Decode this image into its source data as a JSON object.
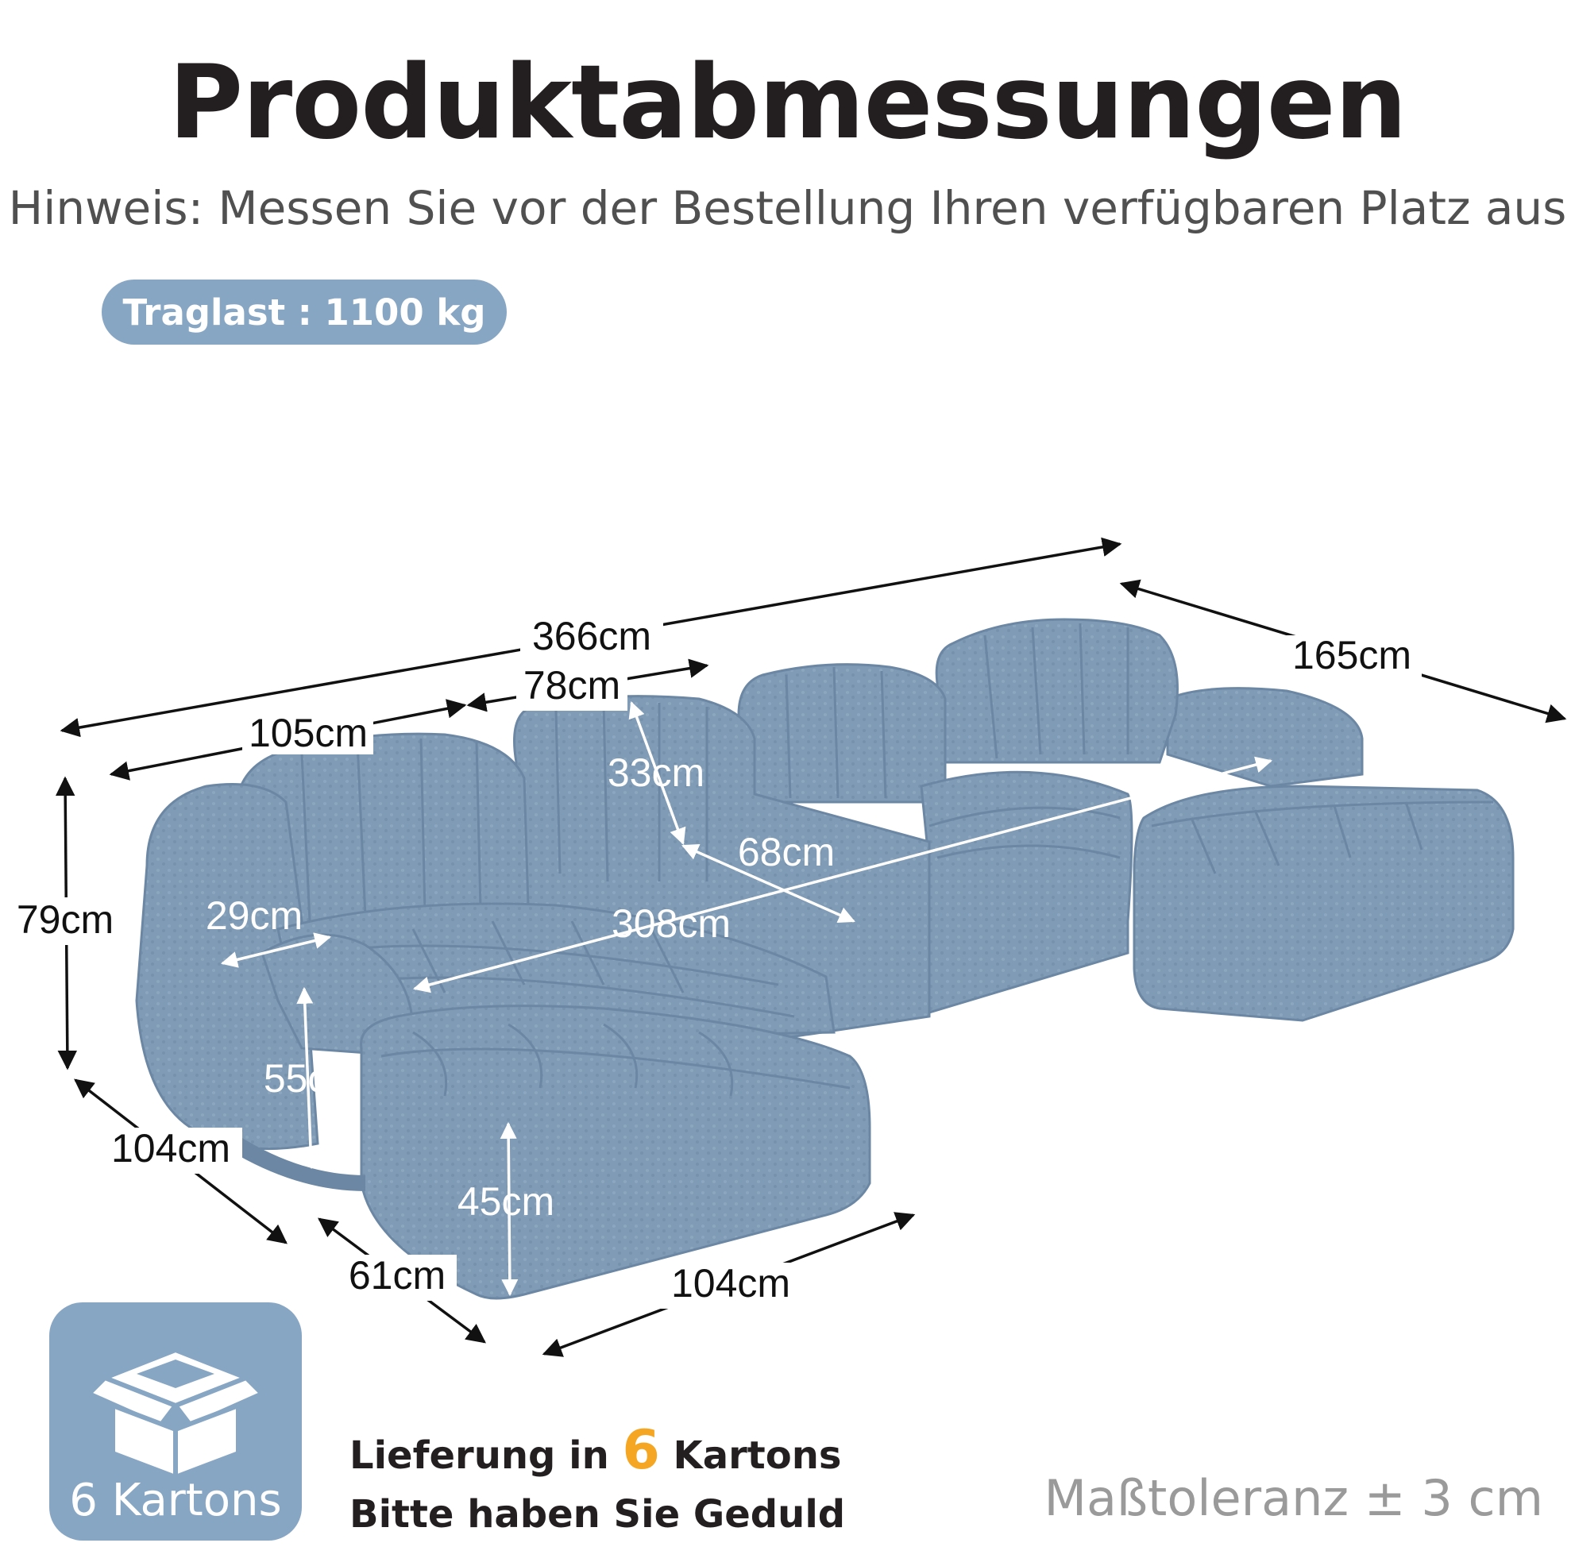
{
  "title": "Produktabmessungen",
  "subtitle": "Hinweis: Messen Sie vor der Bestellung Ihren verfügbaren Platz aus",
  "badge": "Traglast : 1100 kg",
  "dimensions": {
    "total_width": "366cm",
    "left_seat_width": "105cm",
    "back_width": "78cm",
    "right_depth": "165cm",
    "back_height": "33cm",
    "seat_depth_mid": "68cm",
    "seat_width_inner": "308cm",
    "armrest_width": "29cm",
    "total_height": "79cm",
    "arm_height": "55cm",
    "seat_height": "45cm",
    "left_depth": "104cm",
    "ottoman_width": "61cm",
    "ottoman_length": "104cm"
  },
  "delivery": {
    "line1_prefix": "Lieferung in",
    "count": "6",
    "line1_suffix": "Kartons",
    "line2": "Bitte haben Sie Geduld"
  },
  "box_label": "6 Kartons",
  "tolerance": "Maßtoleranz ± 3 cm",
  "colors": {
    "sofa": "#7f9bb5",
    "sofa_shadow": "#6b87a3",
    "badge": "#87a6c4",
    "accent": "#f5a623",
    "dimension_arrow": "#111111",
    "dimension_arrow_light": "#ffffff"
  }
}
